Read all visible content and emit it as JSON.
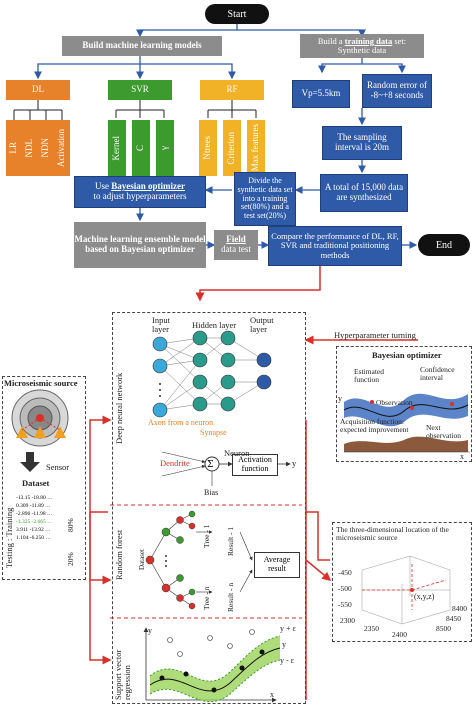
{
  "flow": {
    "start": "Start",
    "end": "End",
    "build_models": "Build machine learning models",
    "build_training_prefix": "Build a",
    "build_training_bold": "training data",
    "build_training_suffix": "set:",
    "build_training_line2": "Synthetic data",
    "dl": "DL",
    "svr": "SVR",
    "rf": "RF",
    "dl_params": [
      "LR",
      "NDL",
      "NDN",
      "Activation"
    ],
    "svr_params": [
      "Kernel",
      "C",
      "γ"
    ],
    "rf_params": [
      "Ntrees",
      "Criterion",
      "Max features"
    ],
    "vp": "Vp=5.5km",
    "random_error": "Random error of -8~+8 seconds",
    "sampling": "The sampling interval is 20m",
    "total": "A total of 15,000 data are synthesized",
    "divide": "Divide the synthetic data set into a training set(80%) and a test set(20%)",
    "bayes_use": "Use",
    "bayes_bold": "Bayesian optimizer",
    "bayes_rest": "to adjust hyperparameters",
    "ensemble": "Machine learning ensemble model based on Bayesian optimizer",
    "field_bold": "Field",
    "field_rest": "data test",
    "compare": "Compare the performance of DL, RF, SVR and traditional positioning methods"
  },
  "lower": {
    "hyper_turning": "Hyperparameter turning",
    "microseismic_source": "Microseismic source",
    "sensor": "Sensor",
    "dataset": "Dataset",
    "testing_training": "Testing : Training",
    "pct80": "80%",
    "pct20": "20%",
    "table_rows": [
      "-13.15 -18.80 …",
      "0.309  -11.89 …",
      "-2.896 -11.98 …",
      "-1.325  -2.665 …",
      "3.911  -13.92 …",
      "1.104  -6.250 …"
    ],
    "dnn_label": "Deep neural network",
    "input_layer": "Input layer",
    "hidden_layer": "Hidden layer",
    "output_layer": "Output layer",
    "axon": "Axon from a neuron",
    "synapse": "Synapse",
    "neuron": "Neuron",
    "dendrite": "Dendrite",
    "activation_fn": "Activation function",
    "bias": "Bias",
    "rf_label": "Random forest",
    "rf_dataset": "Dataset",
    "tree1": "Tree - 1",
    "treen": "Tree - n",
    "result1": "Result - 1",
    "resultn": "Result - n",
    "average": "Average result",
    "svr_label": "Support vector regression",
    "y_eps_plus": "y + ε",
    "y_lbl": "y",
    "y_eps_minus": "y - ε",
    "x_lbl": "x",
    "bo_title": "Bayesian optimizer",
    "estimated_function": "Estimated function",
    "observation": "Observation",
    "confidence_interval": "Confidence interval",
    "acquisition": "Acquisition function: expected improvement",
    "next_obs": "Next observation",
    "loc_title": "The three-dimensional location of the microseismic source",
    "z_ticks": [
      "-450",
      "-500",
      "-550"
    ],
    "x_ticks": [
      "2300",
      "2350",
      "2400"
    ],
    "y_ticks": [
      "8400",
      "8450",
      "8500"
    ],
    "xyz": "(x,y,z)"
  },
  "colors": {
    "blue": "#2f5aa8",
    "grey": "#8c8c8c",
    "orange": "#e8822a",
    "green": "#3c9a2e",
    "yellow": "#f2b227",
    "red_arrow": "#d9302a"
  }
}
